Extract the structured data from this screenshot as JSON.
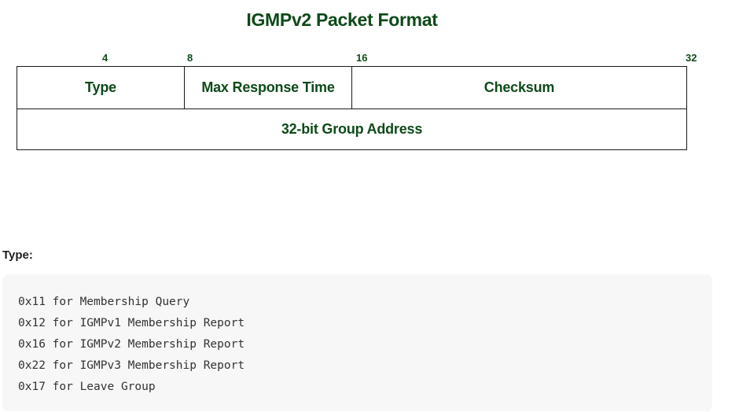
{
  "title": "IGMPv2 Packet Format",
  "bit_labels": [
    "4",
    "8",
    "16",
    "32"
  ],
  "packet": {
    "row1": [
      "Type",
      "Max Response Time",
      "Checksum"
    ],
    "row2": [
      "32-bit Group Address"
    ]
  },
  "type_section": {
    "label": "Type:",
    "lines": [
      "0x11 for Membership Query",
      "0x12 for IGMPv1 Membership Report",
      "0x16 for IGMPv2 Membership Report",
      "0x22 for IGMPv3 Membership Report",
      "0x17 for Leave Group"
    ]
  },
  "colors": {
    "heading_green": "#0e4a1a",
    "border": "#1a1a1a",
    "code_background": "#f7f7f7"
  }
}
